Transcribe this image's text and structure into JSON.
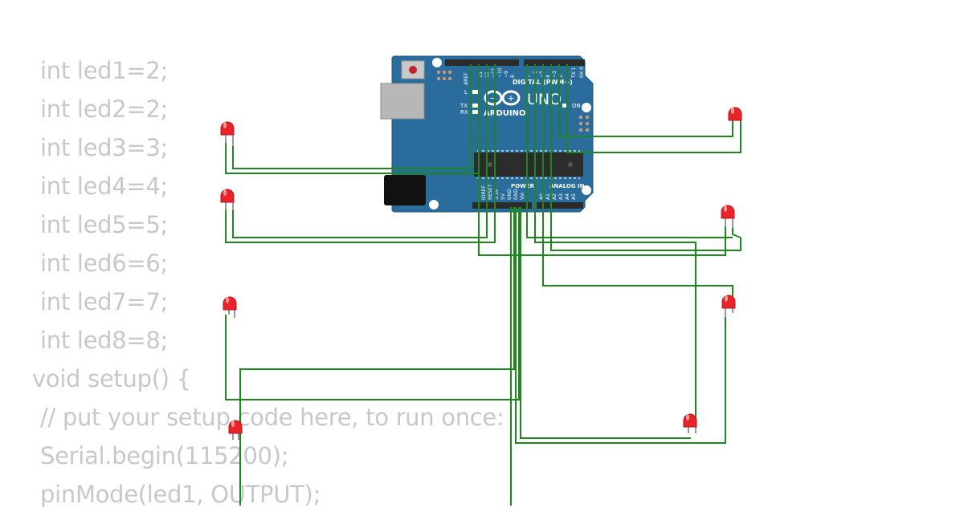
{
  "code": {
    "lines": [
      "int led1=2;",
      "int led2=2;",
      "int led3=3;",
      "int led4=4;",
      "int led5=5;",
      "int led6=6;",
      "int led7=7;",
      "int led8=8;",
      "void setup() {",
      "// put your setup code here, to run once:",
      "Serial.begin(115200);",
      "pinMode(led1, OUTPUT);"
    ]
  },
  "board": {
    "name": "UNO",
    "brand": "ARDUINO",
    "digital_header_label": "DIGITAL (PWM~)",
    "power_label": "POWER",
    "analog_label": "ANALOG IN",
    "on_label": "ON",
    "l_label": "L",
    "tx_label": "TX",
    "rx_label": "RX",
    "aref_label": "AREF",
    "digital_pins": [
      "13",
      "12",
      "~11",
      "~10",
      "~9",
      "8",
      "7",
      "~6",
      "~5",
      "4",
      "~3",
      "2",
      "TX 1",
      "RX 0"
    ],
    "power_pins": [
      "IOREF",
      "RESET",
      "3.3V",
      "5V",
      "GND",
      "GND",
      "Vin"
    ],
    "analog_pins": [
      "A0",
      "A1",
      "A2",
      "A3",
      "A4",
      "A5"
    ]
  },
  "components": {
    "leds": [
      {
        "id": "led-left-1",
        "color": "#e8232a"
      },
      {
        "id": "led-left-2",
        "color": "#e8232a"
      },
      {
        "id": "led-left-3",
        "color": "#e8232a"
      },
      {
        "id": "led-left-4",
        "color": "#e8232a"
      },
      {
        "id": "led-right-1",
        "color": "#e8232a"
      },
      {
        "id": "led-right-2",
        "color": "#e8232a"
      },
      {
        "id": "led-right-3",
        "color": "#e8232a"
      },
      {
        "id": "led-right-4",
        "color": "#e8232a"
      }
    ],
    "wire_color": "#1a8a1a",
    "board_color": "#2a6d9c"
  }
}
